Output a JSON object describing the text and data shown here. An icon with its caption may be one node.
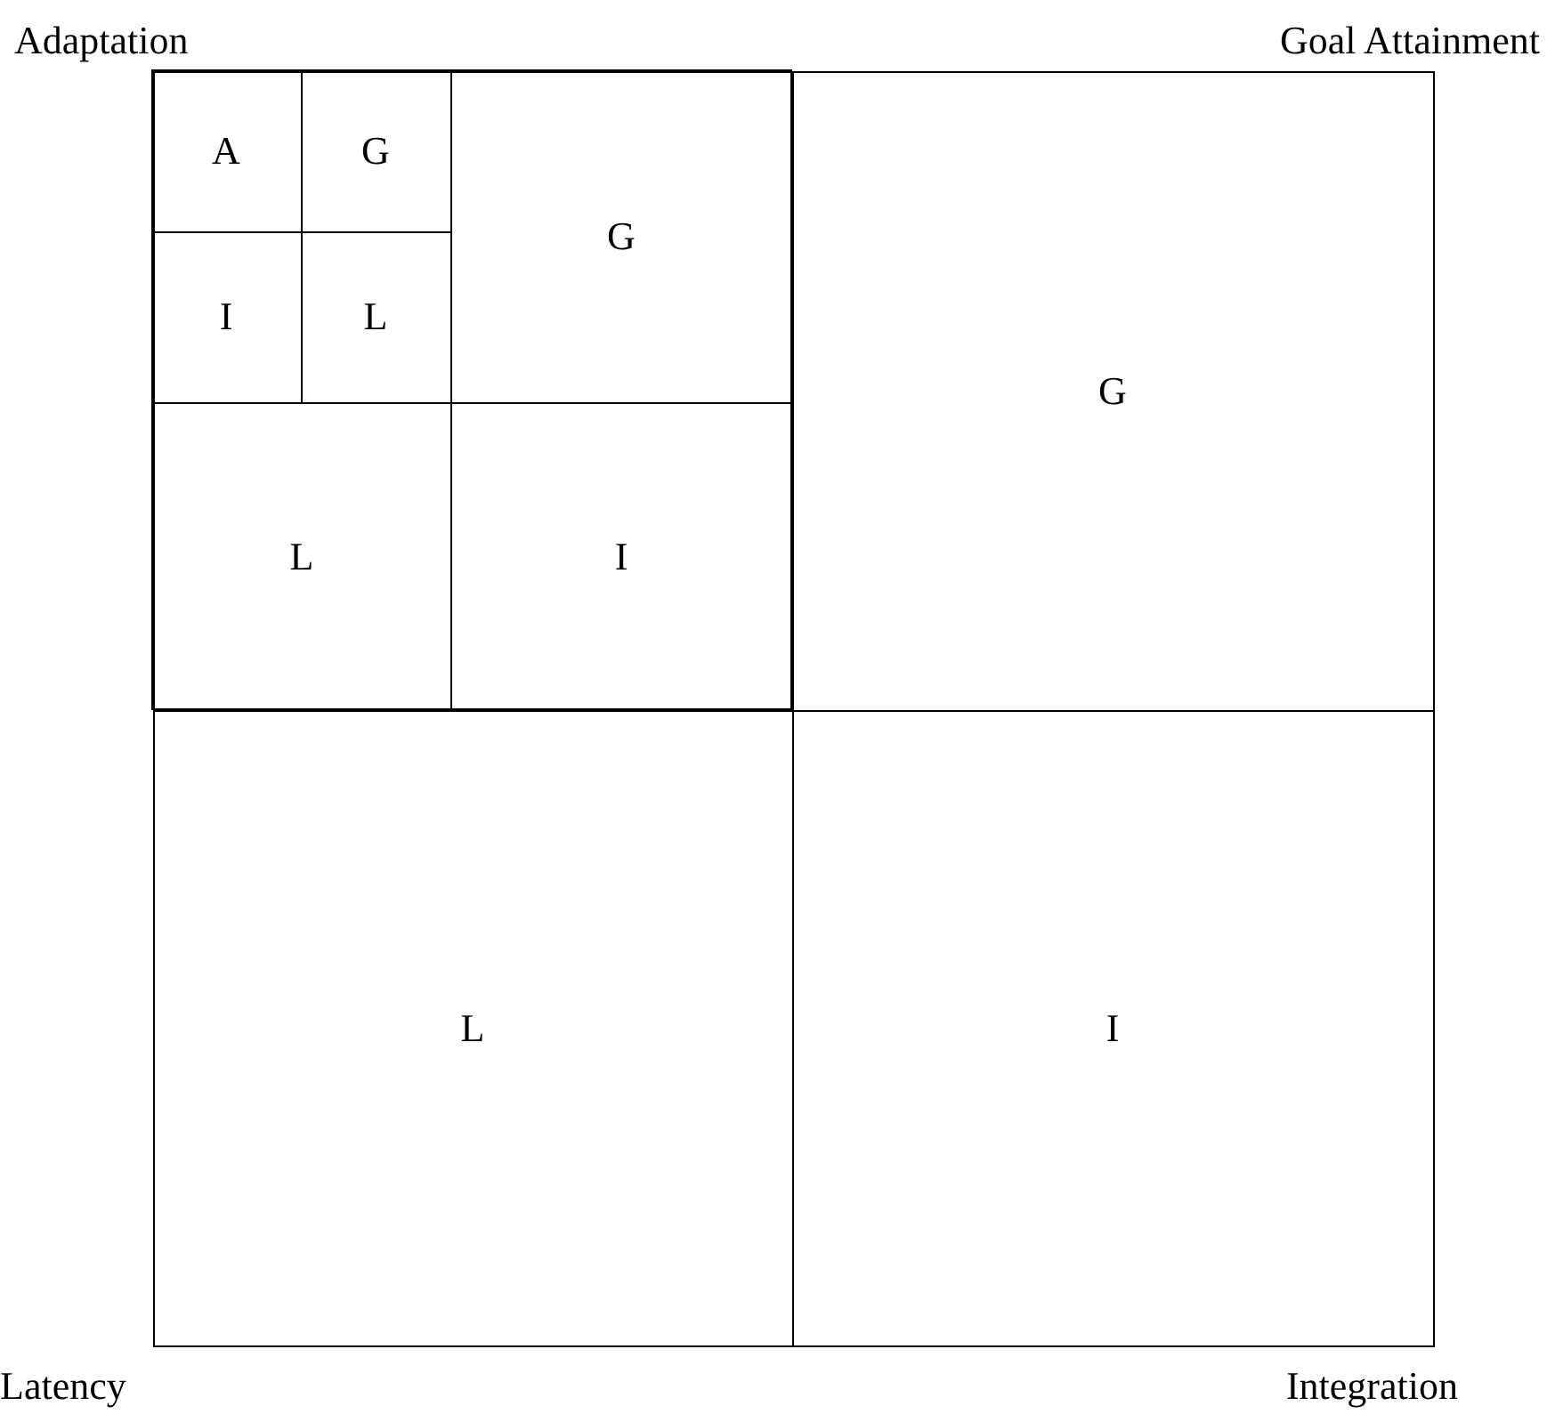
{
  "diagram": {
    "nodes": [
      {
        "text": [],
        "shape": "box"
      },
      {
        "text": [],
        "shape": "box",
        "in": 0
      },
      {
        "text": [],
        "shape": "box",
        "in": 1
      },
      {
        "text": [
          "A"
        ],
        "in": 2
      },
      {
        "text": [
          "G"
        ],
        "in": 2
      },
      {
        "text": [
          "I"
        ],
        "in": 2
      },
      {
        "text": [
          "L"
        ],
        "in": 2
      },
      {
        "text": [
          "G"
        ],
        "in": 1
      },
      {
        "text": [
          "L"
        ],
        "in": 1
      },
      {
        "text": [
          "I"
        ],
        "in": 1
      },
      {
        "text": [
          "G"
        ],
        "in": 0
      },
      {
        "text": [
          "L"
        ],
        "in": 0
      },
      {
        "text": [
          "I"
        ],
        "in": 0
      }
    ],
    "labels": [
      "Adaptation",
      "Goal Attainment",
      "Latency",
      "Integration"
    ]
  }
}
